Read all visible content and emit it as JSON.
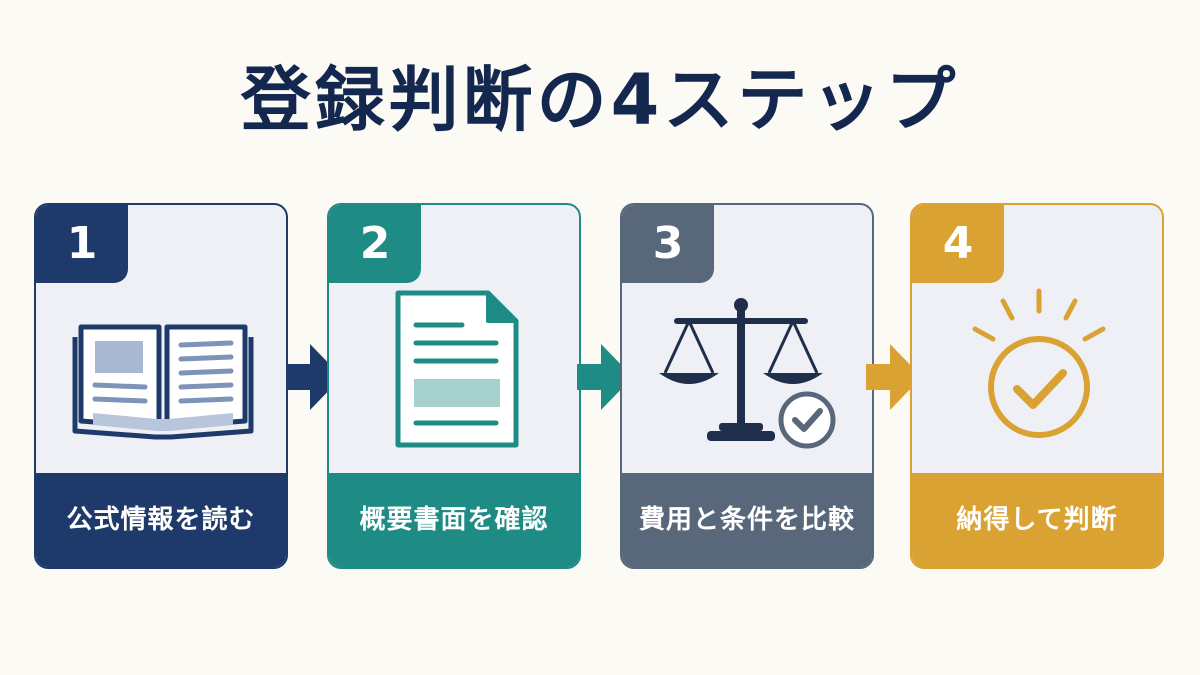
{
  "title": "登録判断の4ステップ",
  "steps": [
    {
      "number": "1",
      "label": "公式情報を読む",
      "color": "#1d3a6b",
      "icon": "open-book-icon"
    },
    {
      "number": "2",
      "label": "概要書面を確認",
      "color": "#1e8c85",
      "icon": "document-icon"
    },
    {
      "number": "3",
      "label": "費用と条件を比較",
      "color": "#59677a",
      "icon": "balance-scale-check-icon"
    },
    {
      "number": "4",
      "label": "納得して判断",
      "color": "#d9a233",
      "icon": "sunburst-check-icon"
    }
  ]
}
